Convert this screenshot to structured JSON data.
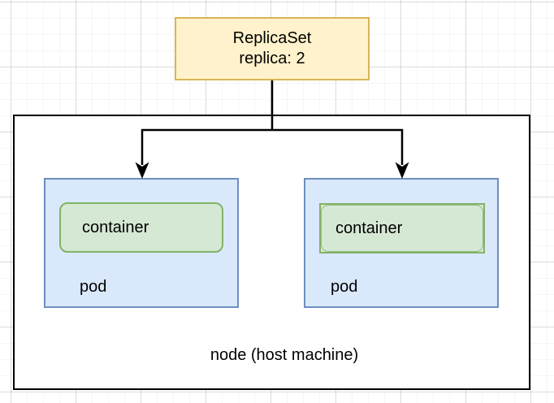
{
  "diagram": {
    "replicaset": {
      "title": "ReplicaSet",
      "subtitle": "replica: 2"
    },
    "pods": [
      {
        "label": "pod",
        "container_label": "container"
      },
      {
        "label": "pod",
        "container_label": "container"
      }
    ],
    "node_label": "node (host machine)",
    "colors": {
      "replicaset_fill": "#fff2cc",
      "replicaset_stroke": "#d6b656",
      "pod_fill": "#dae8fc",
      "pod_stroke": "#6c8ebf",
      "container_fill": "#d5e8d4",
      "container_stroke": "#82b366",
      "node_fill": "#ffffff",
      "node_stroke": "#000000",
      "arrow": "#000000",
      "text": "#000000"
    }
  }
}
